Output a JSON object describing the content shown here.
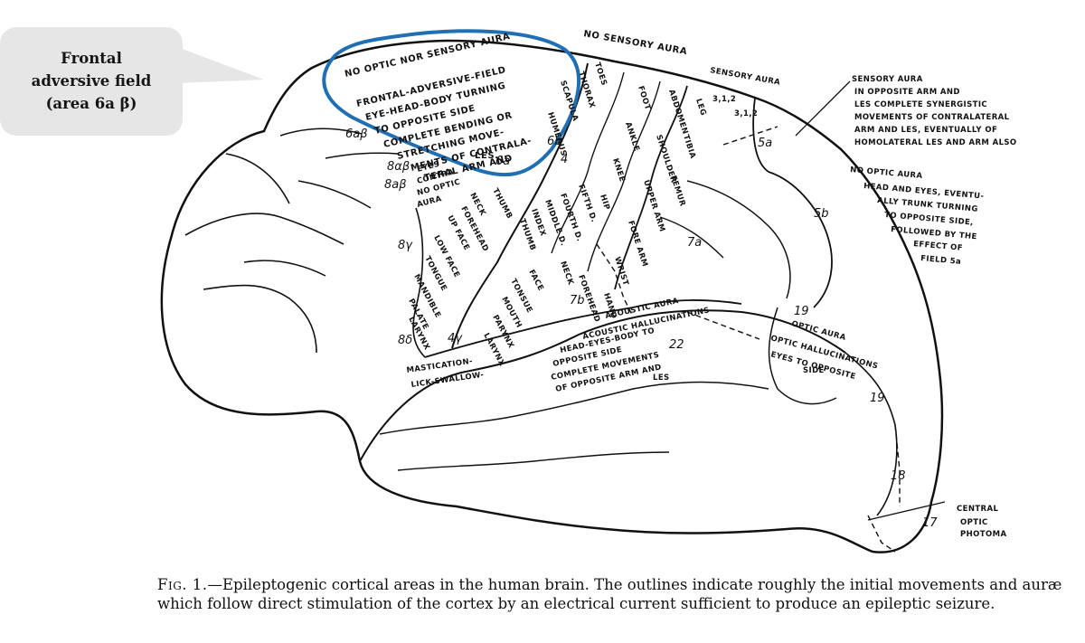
{
  "callout": {
    "lines": [
      "Frontal",
      "adversive field",
      "(area 6a β)"
    ],
    "bg_color": "#e6e6e6",
    "highlight_color": "#1f6fb4"
  },
  "annotations": {
    "top_aura": "NO OPTIC NOR SENSORY AURA",
    "frontal_field": [
      "FRONTAL-ADVERSIVE-FIELD",
      "EYE-HEAD-BODY TURNING",
      "TO OPPOSITE SIDE",
      "COMPLETE BENDING OR",
      "STRETCHING MOVE-",
      "MENTS OF CONTRALA-",
      "TERAL ARM AND",
      "LES."
    ],
    "no_sensory_aura_top": "NO SENSORY AURA",
    "sensory_aura_label": "SENSORY AURA",
    "sensory_aura_block": [
      "SENSORY AURA",
      "IN OPPOSITE ARM AND",
      "LES COMPLETE SYNERGISTIC",
      "MOVEMENTS OF CONTRALATERAL",
      "ARM AND LES, EVENTUALLY OF",
      "HOMOLATERAL LES AND ARM ALSO"
    ],
    "field_5b_block": [
      "NO OPTIC AURA",
      "HEAD AND EYES, EVENTU-",
      "ALLY TRUNK TURNING",
      "TO OPPOSITE SIDE,",
      "FOLLOWED BY THE",
      "EFFECT OF",
      "FIELD 5a"
    ],
    "eyes_block": [
      "EYES",
      "CONTRA",
      "NO OPTIC",
      "AURA"
    ],
    "motor_strip_1": [
      "FOOT",
      "ANKLE",
      "KNEE",
      "HIP",
      "ABDOMEN",
      "SHOULDER",
      "UPPER ARM",
      "FORE ARM",
      "WRIST",
      "HAND"
    ],
    "motor_strip_2": [
      "TOES",
      "LEG",
      "TIBIA",
      "FEMUR",
      "THORAX",
      "SCAPULA",
      "HUMERUS"
    ],
    "motor_fingers": [
      "FIFTH D.",
      "FOURTH D.",
      "MIDDLE D.",
      "INDEX",
      "THUMB",
      "NECK",
      "FOREHEAD"
    ],
    "motor_face": [
      "NECK",
      "THUMB",
      "FOREHEAD",
      "UP FACE",
      "LOW FACE",
      "TONGUE",
      "MANDIBLE",
      "PALATE",
      "LARYNX"
    ],
    "motor_face_2": [
      "FACE",
      "TONSUE",
      "MOUTH",
      "PARYNX",
      "LARYNX"
    ],
    "mastication": [
      "MASTICATION-",
      "LICK-SWALLOW-"
    ],
    "acoustic_block": [
      "ACOUSTIC AURA",
      "ACOUSTIC HALLUCINATIONS",
      "HEAD-EYES-BODY TO",
      "OPPOSITE SIDE",
      "COMPLETE MOVEMENTS",
      "OF OPPOSITE ARM AND",
      "LES"
    ],
    "optic_block": [
      "OPTIC AURA",
      "OPTIC HALLUCINATIONS",
      "EYES TO OPPOSITE",
      "SIDE"
    ],
    "central_block": [
      "CENTRAL",
      "OPTIC",
      "PHOTOMA"
    ],
    "area_numbers": [
      "6aβ",
      "8aβ",
      "8αβ",
      "8γ",
      "8δ",
      "6a",
      "4γ",
      "5a",
      "5b",
      "7a",
      "7b",
      "22",
      "19",
      "19",
      "18",
      "17",
      "6b",
      "4"
    ],
    "stray_numbers": [
      "3,1,2",
      "3,1,2"
    ]
  },
  "caption": {
    "figure_label": "Fig. 1.",
    "text": "—Epileptogenic cortical areas in the human brain.   The outlines indicate roughly the initial movements and auræ which follow direct stimulation of the cortex by an electrical current sufficient to produce an epileptic seizure."
  }
}
